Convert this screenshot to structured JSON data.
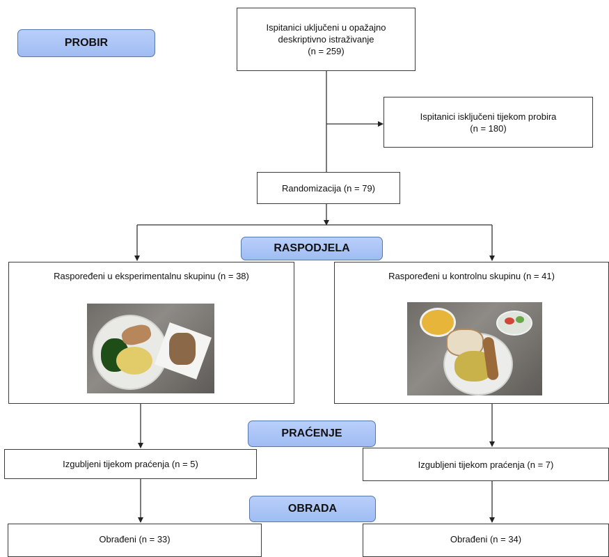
{
  "stages": {
    "probir": "PROBIR",
    "raspodjela": "RASPODJELA",
    "pracenje": "PRAĆENJE",
    "obrada": "OBRADA"
  },
  "boxes": {
    "enrolled": {
      "line1": "Ispitanici uključeni u opažajno",
      "line2": "deskriptivno istraživanje",
      "line3": "(n = 259)"
    },
    "excluded": {
      "line1": "Ispitanici isključeni tijekom probira",
      "line2": "(n = 180)"
    },
    "randomization": "Randomizacija (n = 79)",
    "experimental": "Raspoređeni u eksperimentalnu  skupinu (n = 38)",
    "control": "Raspoređeni u kontrolnu skupinu (n = 41)",
    "lost_experimental": "Izgubljeni tijekom praćenja (n = 5)",
    "lost_control": "Izgubljeni tijekom praćenja (n = 7)",
    "analysed_experimental": "Obrađeni  (n = 33)",
    "analysed_control": "Obrađeni  (n = 34)"
  }
}
